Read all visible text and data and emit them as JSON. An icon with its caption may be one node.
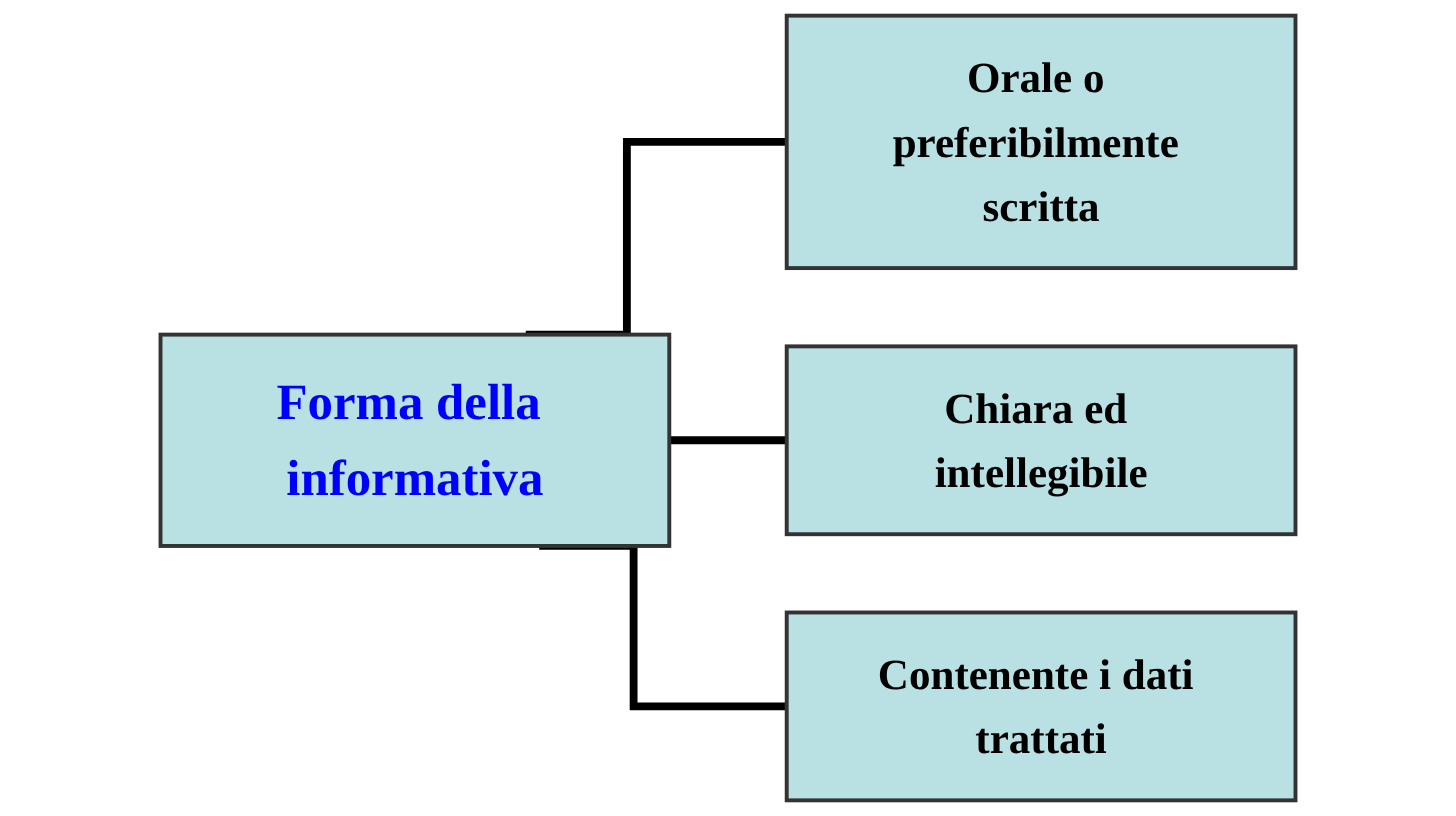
{
  "diagram": {
    "nodes": [
      {
        "text": [
          "Forma della informativa"
        ]
      },
      {
        "text": [
          "Orale o preferibilmente scritta"
        ]
      },
      {
        "text": [
          "Chiara ed intellegibile"
        ]
      },
      {
        "text": [
          "Contenente i dati trattati"
        ]
      }
    ],
    "edges": [
      {
        "from": 0,
        "to": 1,
        "arrow": "none"
      },
      {
        "from": 0,
        "to": 2,
        "arrow": "none"
      },
      {
        "from": 0,
        "to": 3,
        "arrow": "none"
      }
    ]
  }
}
